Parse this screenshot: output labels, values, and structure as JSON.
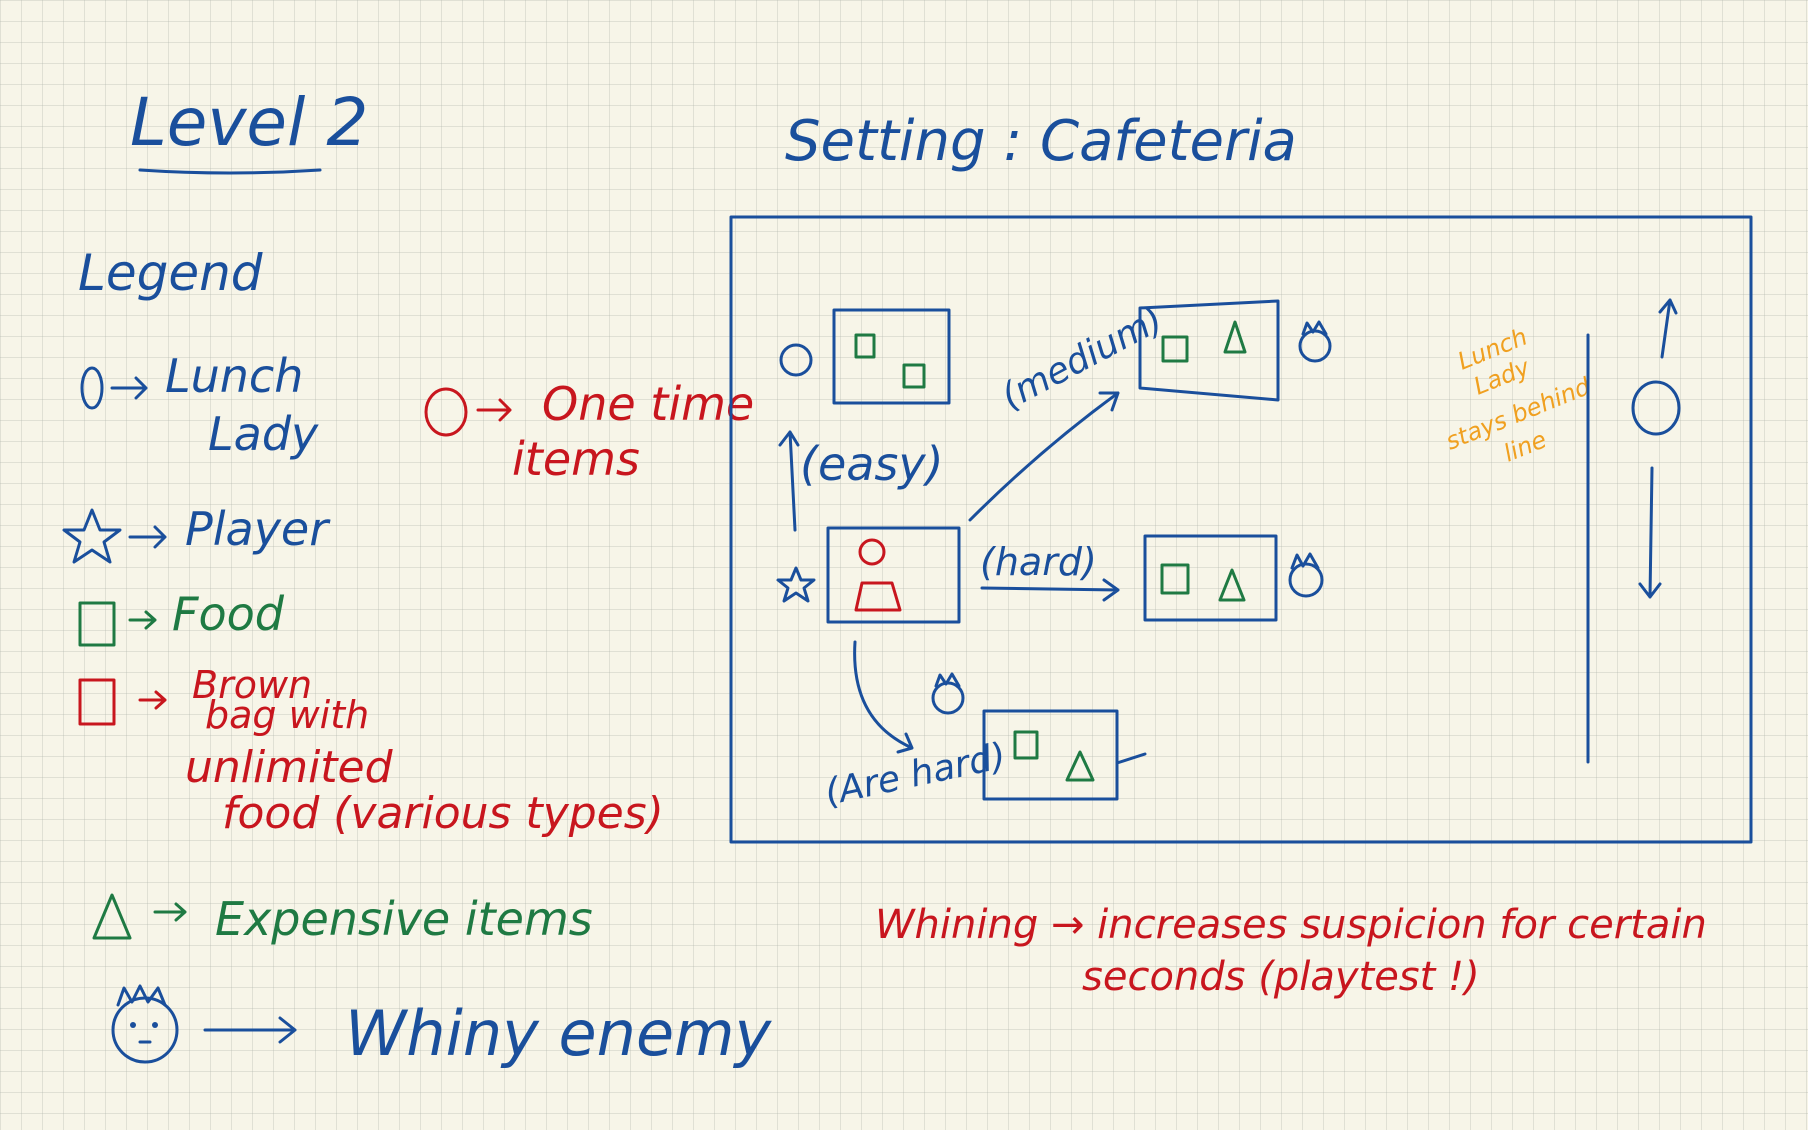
{
  "title": "Level 2",
  "setting": "Setting : Cafeteria",
  "legend": {
    "heading": "Legend",
    "lunch_lady_line1": "Lunch",
    "lunch_lady_line2": "Lady",
    "player": "Player",
    "food": "Food",
    "brown_bag_line1": "Brown",
    "brown_bag_line2": "bag with",
    "brown_bag_line3": "unlimited",
    "brown_bag_line4": "food (various types)",
    "one_time_line1": "One time",
    "one_time_line2": "items",
    "expensive": "Expensive items",
    "whiny_enemy": "Whiny enemy"
  },
  "map": {
    "easy": "(easy)",
    "medium": "(medium)",
    "hard": "(hard)",
    "are_hard": "(Are hard)",
    "lunch_lady_note_line1": "Lunch",
    "lunch_lady_note_line2": "Lady",
    "lunch_lady_note_line3": "stays behind",
    "lunch_lady_note_line4": "line"
  },
  "note": {
    "line1": "Whining → increases suspicion for certain",
    "line2": "seconds (playtest !)"
  },
  "colors": {
    "ink_blue": "#1a4f9c",
    "ink_red": "#c8161e",
    "ink_green": "#1f7a43",
    "ink_orange": "#f0a020",
    "paper": "#f7f5e8"
  }
}
